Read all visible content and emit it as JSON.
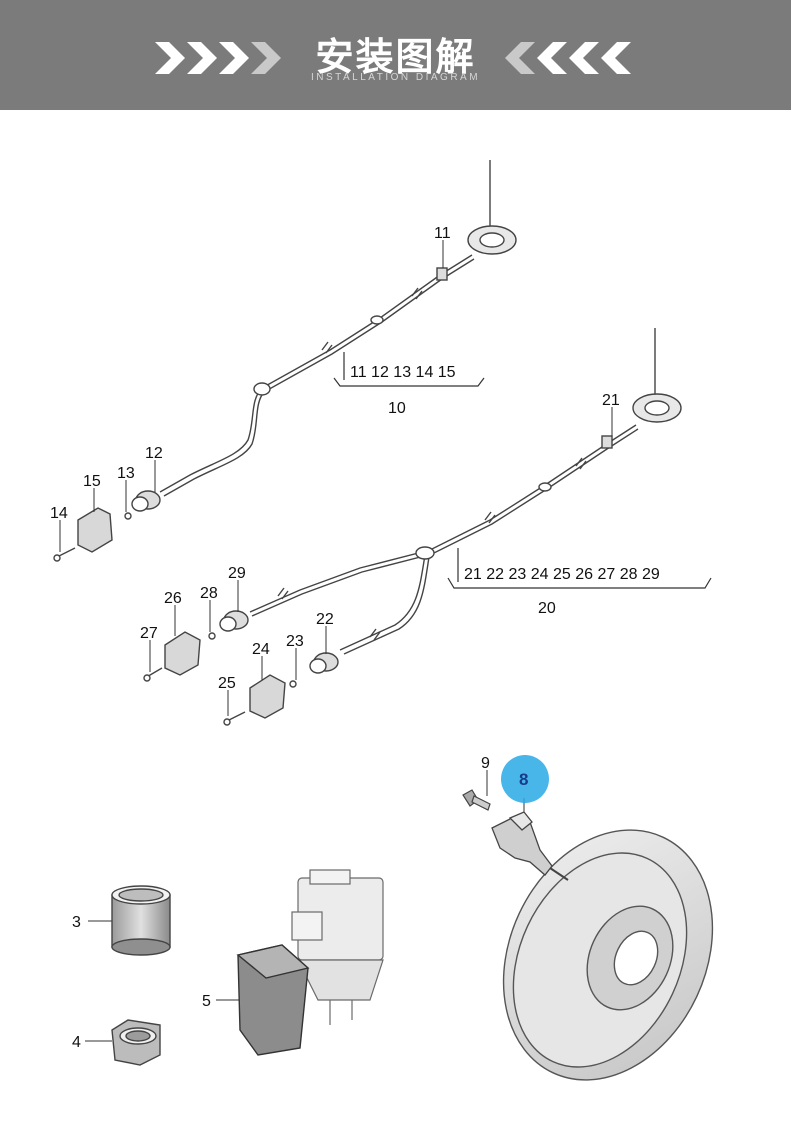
{
  "header": {
    "title": "安装图解",
    "subtitle": "INSTALLATION DIAGRAM"
  },
  "colors": {
    "banner": "#7b7b7b",
    "highlight": "#29a9e6",
    "line": "#555555"
  },
  "callouts": {
    "n3": "3",
    "n4": "4",
    "n5": "5",
    "n8": "8",
    "n9": "9",
    "n10": "10",
    "n11": "11",
    "n12": "12",
    "n13": "13",
    "n14": "14",
    "n15": "15",
    "n20": "20",
    "n21": "21",
    "n22": "22",
    "n23": "23",
    "n24": "24",
    "n25": "25",
    "n26": "26",
    "n27": "27",
    "n28": "28",
    "n29": "29"
  },
  "group_lists": {
    "group10": "11 12 13 14 15",
    "group20": "21 22 23 24 25 26 27 28 29"
  }
}
